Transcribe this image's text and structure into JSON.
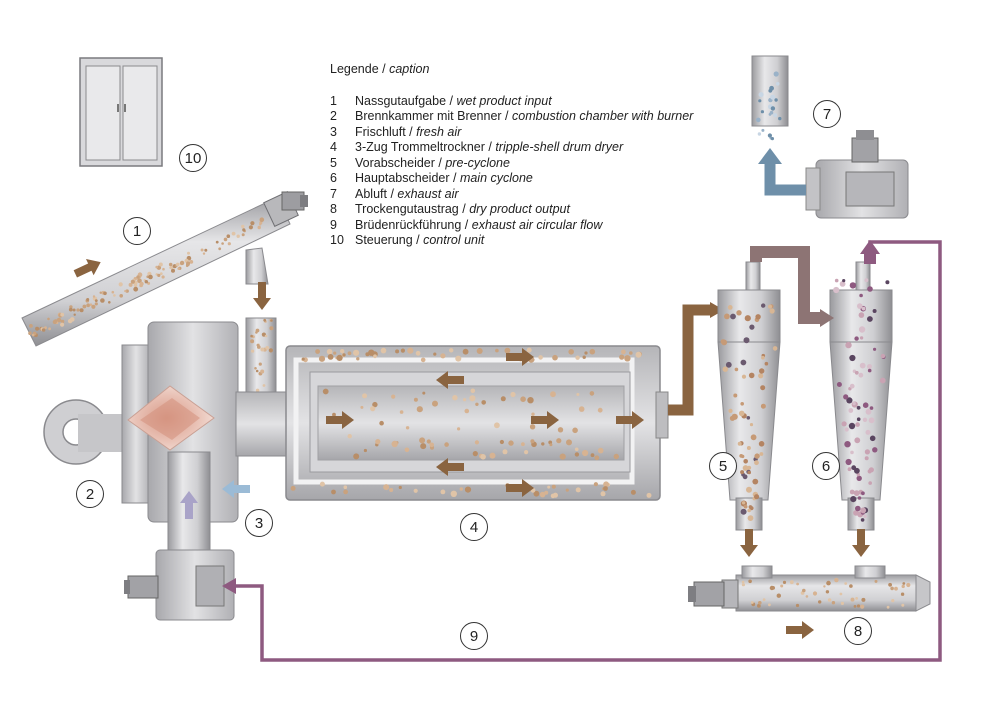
{
  "legend": {
    "title_de": "Legende",
    "title_en": "caption",
    "items": [
      {
        "num": "1",
        "de": "Nassgutaufgabe",
        "en": "wet product input"
      },
      {
        "num": "2",
        "de": "Brennkammer mit Brenner",
        "en": "combustion chamber with burner"
      },
      {
        "num": "3",
        "de": "Frischluft",
        "en": "fresh air"
      },
      {
        "num": "4",
        "de": "3-Zug Trommeltrockner",
        "en": "tripple-shell drum dryer"
      },
      {
        "num": "5",
        "de": "Vorabscheider",
        "en": "pre-cyclone"
      },
      {
        "num": "6",
        "de": "Hauptabscheider",
        "en": "main cyclone"
      },
      {
        "num": "7",
        "de": "Abluft",
        "en": "exhaust air"
      },
      {
        "num": "8",
        "de": "Trockengutaustrag",
        "en": "dry product output"
      },
      {
        "num": "9",
        "de": "Brüdenrückführung",
        "en": "exhaust air circular flow"
      },
      {
        "num": "10",
        "de": "Steuerung",
        "en": "control unit"
      }
    ]
  },
  "callouts": [
    {
      "id": "1",
      "label": "1"
    },
    {
      "id": "2",
      "label": "2"
    },
    {
      "id": "3",
      "label": "3"
    },
    {
      "id": "4",
      "label": "4"
    },
    {
      "id": "5",
      "label": "5"
    },
    {
      "id": "6",
      "label": "6"
    },
    {
      "id": "7",
      "label": "7"
    },
    {
      "id": "8",
      "label": "8"
    },
    {
      "id": "9",
      "label": "9"
    },
    {
      "id": "10",
      "label": "10"
    }
  ],
  "colors": {
    "product_flow": "#8a6440",
    "fresh_air": "#9bbbd6",
    "exhaust_air": "#6e8fa9",
    "recirculation": "#8e5a80",
    "machine_gray": "#c9c9cb",
    "dark_particle": "#5a4560"
  },
  "icons": [
    "motor-icon",
    "burner-flame-icon",
    "fan-icon",
    "control-cabinet-icon",
    "flow-arrow-icon"
  ]
}
